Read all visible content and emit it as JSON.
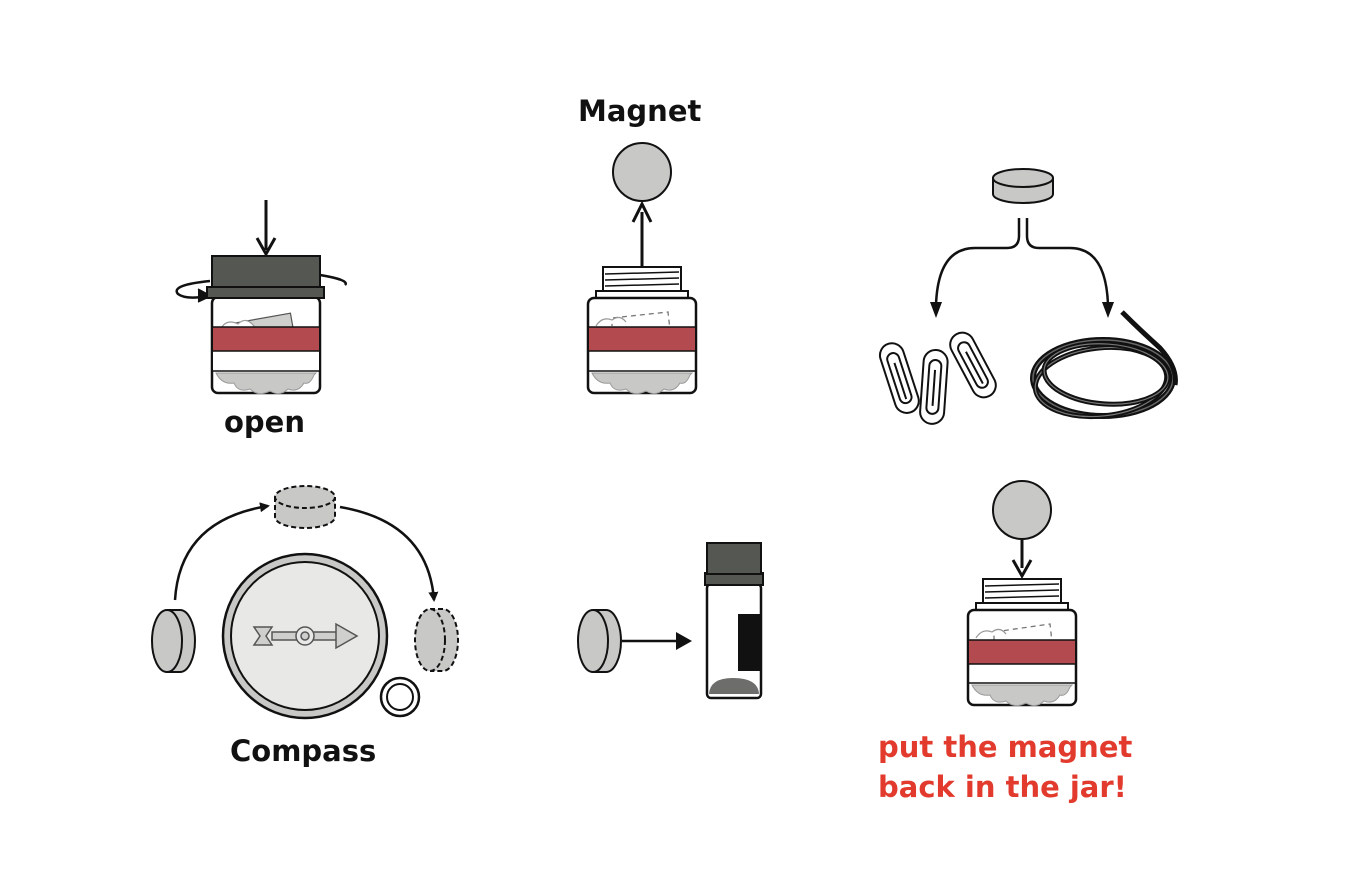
{
  "labels": {
    "open": "open",
    "magnet": "Magnet",
    "compass": "Compass",
    "note_line1": "put the magnet",
    "note_line2": "back in the jar!"
  },
  "colors": {
    "note": "#e23b2e",
    "lid": "#555752",
    "jar_stripe": "#b34a4f",
    "magnet_fill": "#c8c9c6",
    "outline": "#111111"
  },
  "panels": [
    "open-jar-step",
    "remove-magnet-step",
    "magnet-attracts-step",
    "compass-step",
    "magnet-to-vial-step",
    "return-magnet-step"
  ]
}
